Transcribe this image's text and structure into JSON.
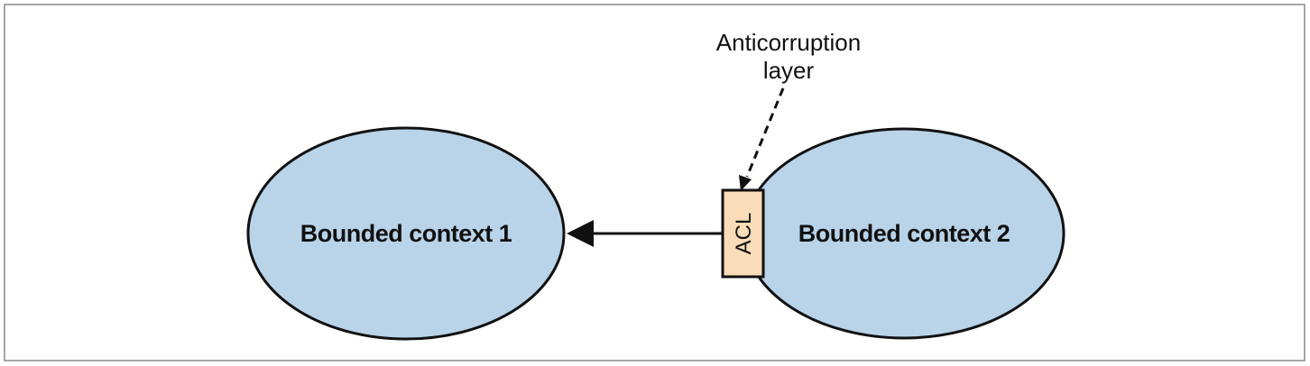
{
  "diagram": {
    "contexts": [
      {
        "id": "bc1",
        "label": "Bounded context 1"
      },
      {
        "id": "bc2",
        "label": "Bounded context 2"
      }
    ],
    "acl": {
      "label": "ACL"
    },
    "callout": {
      "line1": "Anticorruption",
      "line2": "layer"
    },
    "colors": {
      "context_fill": "#b9d3e9",
      "acl_fill": "#f9dcb8",
      "stroke": "#111111",
      "frame": "#888888"
    }
  }
}
